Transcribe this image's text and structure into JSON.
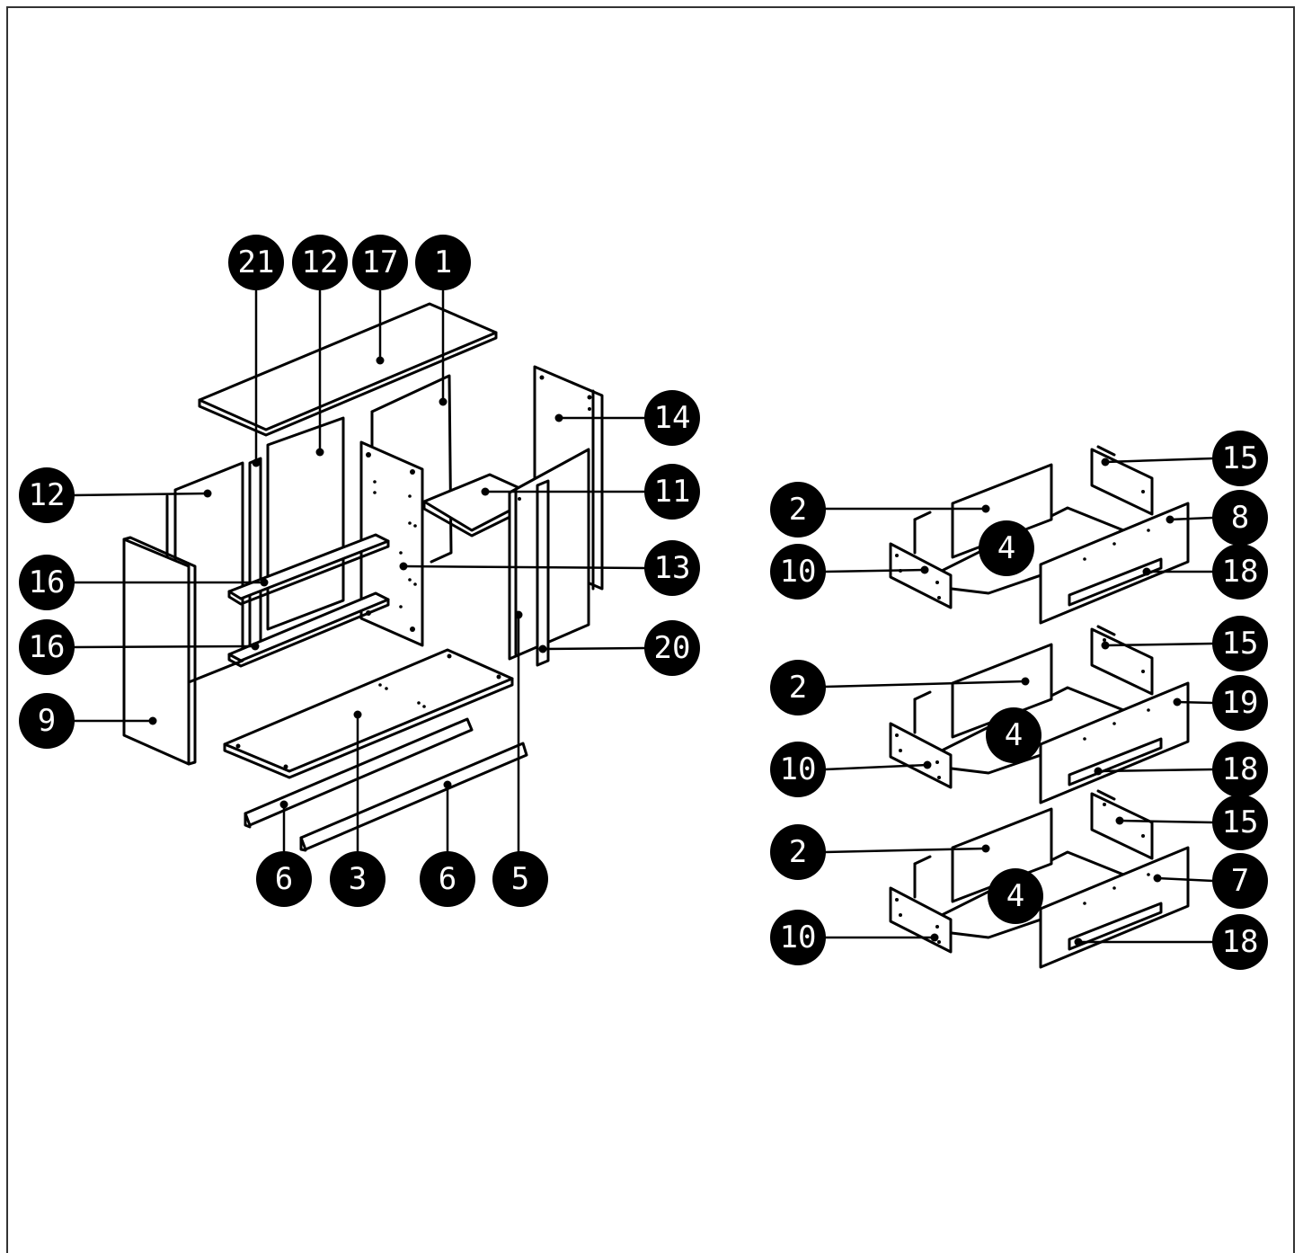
{
  "colors": {
    "ink": "#000000",
    "paper": "#ffffff"
  },
  "callouts": {
    "c21": "21",
    "c12_top": "12",
    "c17": "17",
    "c1": "1",
    "c14": "14",
    "c12_left": "12",
    "c11": "11",
    "c16_upper": "16",
    "c13": "13",
    "c16_lower": "16",
    "c20": "20",
    "c9": "9",
    "c6_left": "6",
    "c3": "3",
    "c6_right": "6",
    "c5": "5",
    "d1_15": "15",
    "d1_2": "2",
    "d1_8": "8",
    "d1_4": "4",
    "d1_10": "10",
    "d1_18": "18",
    "d2_15": "15",
    "d2_2": "2",
    "d2_19": "19",
    "d2_4": "4",
    "d2_10": "10",
    "d2_18": "18",
    "d3_15": "15",
    "d3_2": "2",
    "d3_7": "7",
    "d3_4": "4",
    "d3_10": "10",
    "d3_18": "18"
  }
}
